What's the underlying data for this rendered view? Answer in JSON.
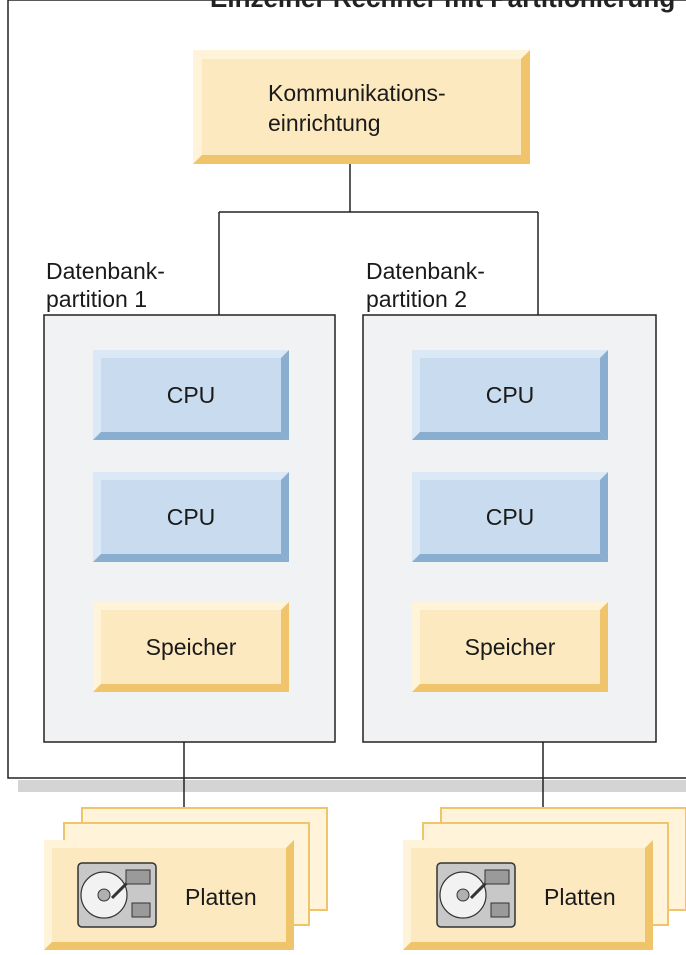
{
  "system_title": "Einzelner Rechner mit Partitionierung",
  "communication": {
    "line1": "Kommunikations-",
    "line2": "einrichtung"
  },
  "partitions": [
    {
      "label_line1": "Datenbank-",
      "label_line2": "partition 1",
      "cpu1": "CPU",
      "cpu2": "CPU",
      "memory": "Speicher",
      "disks": "Platten"
    },
    {
      "label_line1": "Datenbank-",
      "label_line2": "partition 2",
      "cpu1": "CPU",
      "cpu2": "CPU",
      "memory": "Speicher",
      "disks": "Platten"
    }
  ],
  "colors": {
    "cpu_fill": "#c9dcef",
    "cpu_light": "#dbe8f5",
    "cpu_dark": "#8aaed0",
    "mem_fill": "#fde9c0",
    "mem_light": "#fff4da",
    "mem_dark": "#f0c46b",
    "partition_fill": "#f1f2f4",
    "frame": "#222222",
    "shadow": "#d4d4d4"
  }
}
